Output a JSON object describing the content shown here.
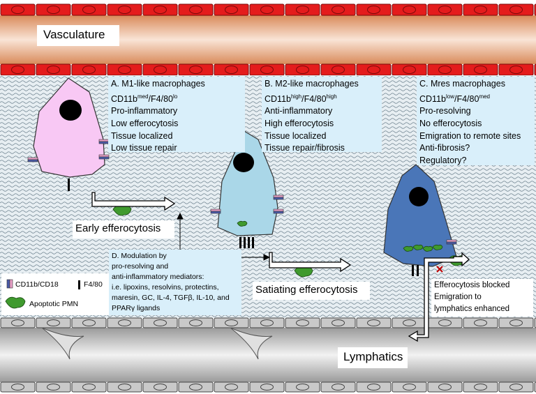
{
  "labels": {
    "vasculature": "Vasculature",
    "lymphatics": "Lymphatics",
    "early_efferocytosis": "Early efferocytosis",
    "satiating_efferocytosis": "Satiating efferocytosis"
  },
  "box_a": {
    "title": "A. M1-like macrophages",
    "marker_prefix": "CD11b",
    "marker_sup1": "med",
    "marker_mid": "/F4/80",
    "marker_sup2": "lo",
    "lines": [
      "Pro-inflammatory",
      "Low efferocytosis",
      "Tissue localized",
      "Low tissue repair"
    ]
  },
  "box_b": {
    "title": "B. M2-like macrophages",
    "marker_prefix": "CD11b",
    "marker_sup1": "high",
    "marker_mid": "/F4/80",
    "marker_sup2": "high",
    "lines": [
      "Anti-inflammatory",
      "High efferocytosis",
      "Tissue localized",
      "Tissue repair/fibrosis"
    ]
  },
  "box_c": {
    "title": "C. Mres macrophages",
    "marker_prefix": "CD11b",
    "marker_sup1": "low",
    "marker_mid": "/F4/80",
    "marker_sup2": "med",
    "lines": [
      "Pro-resolving",
      "No efferocytosis",
      "Emigration to remote sites",
      "Anti-fibrosis?",
      "Regulatory?"
    ]
  },
  "box_d": {
    "lines": [
      "D. Modulation by",
      "pro-resolving and",
      "anti-inflammatory mediators:",
      "i.e. lipoxins, resolvins, protectins,",
      "maresin, GC, IL-4, TGFβ, IL-10, and",
      "PPARγ ligands"
    ]
  },
  "legend": {
    "cd11b": "CD11b/CD18",
    "f480": "F4/80",
    "pmn": "Apoptotic PMN"
  },
  "outcome": {
    "lines": [
      "Efferocytosis blocked",
      "Emigration to",
      "lymphatics enhanced"
    ]
  },
  "colors": {
    "vessel": "#f0c4a8",
    "endothelium": "#e41c1c",
    "tissue_bg": "#dfe9ef",
    "m1": "#f8c8f4",
    "m2": "#aad7e8",
    "mres": "#4a76b8",
    "pmn": "#3f9a2e",
    "lymph": "#cccccc",
    "text_box": "#d9effa"
  }
}
